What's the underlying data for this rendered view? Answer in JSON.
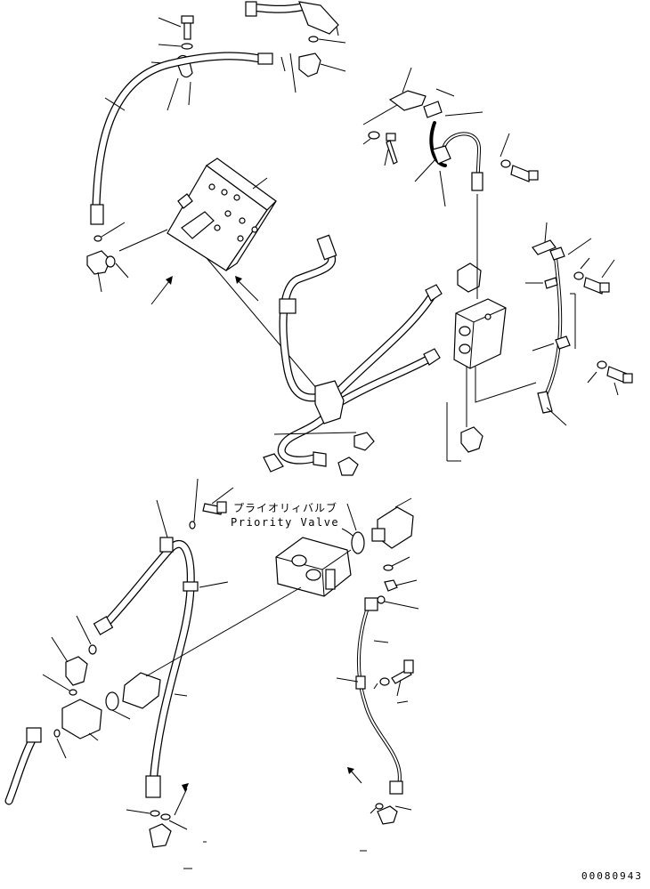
{
  "diagram": {
    "callout_jp": "プライオリィバルブ",
    "callout_en": "Priority Valve",
    "drawing_code": "00080943"
  }
}
